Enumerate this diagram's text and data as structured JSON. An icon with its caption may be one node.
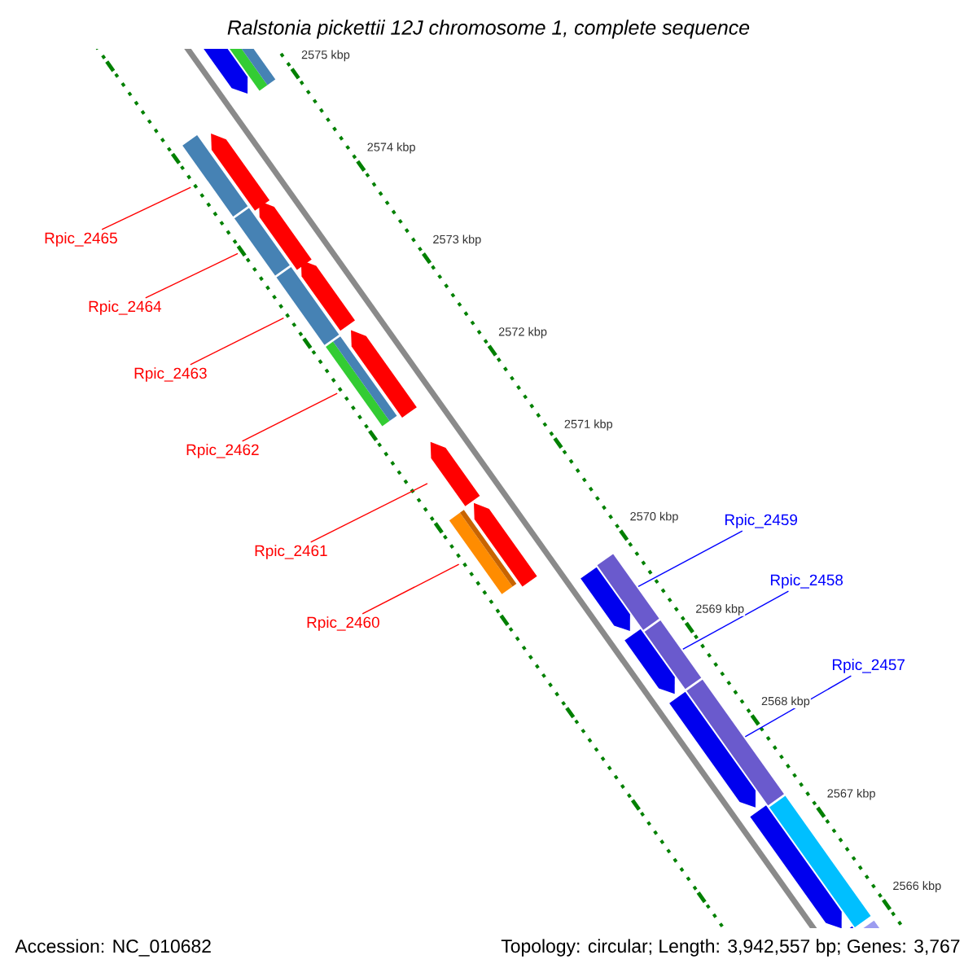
{
  "diagram": {
    "title": "Ralstonia pickettii 12J chromosome 1, complete sequence",
    "nodes": [
      {
        "text": [
          "Rpic_2465"
        ]
      },
      {
        "text": [
          "Rpic_2464"
        ]
      },
      {
        "text": [
          "Rpic_2463"
        ]
      },
      {
        "text": [
          "Rpic_2462"
        ]
      },
      {
        "text": [
          "Rpic_2461"
        ]
      },
      {
        "text": [
          "Rpic_2460"
        ]
      },
      {
        "text": [
          "Rpic_2459"
        ]
      },
      {
        "text": [
          "Rpic_2458"
        ]
      },
      {
        "text": [
          "Rpic_2457"
        ]
      },
      {
        "text": [],
        "shape": "arrow"
      },
      {
        "text": [],
        "shape": "bar"
      },
      {
        "text": [],
        "shape": "bar"
      },
      {
        "text": [],
        "shape": "arrow"
      },
      {
        "text": [],
        "shape": "bar"
      },
      {
        "text": [],
        "shape": "arrow"
      },
      {
        "text": [],
        "shape": "bar"
      },
      {
        "text": [],
        "shape": "arrow"
      },
      {
        "text": [],
        "shape": "bar"
      },
      {
        "text": [],
        "shape": "arrow"
      },
      {
        "text": [],
        "shape": "arrow"
      },
      {
        "text": [],
        "shape": "bar"
      },
      {
        "text": [],
        "shape": "arrow"
      },
      {
        "text": [],
        "shape": "arrow"
      },
      {
        "text": [],
        "shape": "bar"
      },
      {
        "text": [],
        "shape": "arrow"
      },
      {
        "text": [],
        "shape": "bar"
      },
      {
        "text": [],
        "shape": "arrow"
      },
      {
        "text": [],
        "shape": "bar"
      },
      {
        "text": [],
        "shape": "arrow"
      },
      {
        "text": [],
        "shape": "bar"
      },
      {
        "text": [],
        "shape": "arrow"
      },
      {
        "text": [],
        "shape": "bar"
      }
    ],
    "edges": [
      {
        "from": 0,
        "to": 11,
        "arrow": "none"
      },
      {
        "from": 1,
        "to": 13,
        "arrow": "none"
      },
      {
        "from": 2,
        "to": 15,
        "arrow": "none"
      },
      {
        "from": 3,
        "to": 17,
        "arrow": "none"
      },
      {
        "from": 4,
        "to": 19,
        "arrow": "none"
      },
      {
        "from": 5,
        "to": 20,
        "arrow": "none"
      },
      {
        "from": 6,
        "to": 23,
        "arrow": "none",
        "color": "#0000ff"
      },
      {
        "from": 7,
        "to": 25,
        "arrow": "none",
        "color": "#0000ff"
      },
      {
        "from": 8,
        "to": 27,
        "arrow": "none",
        "color": "#0000ff"
      }
    ],
    "labels": [
      "2575 kbp",
      "2574 kbp",
      "2573 kbp",
      "2572 kbp",
      "2571 kbp",
      "2570 kbp",
      "2569 kbp",
      "2568 kbp",
      "2567 kbp",
      "2566 kbp",
      "Accession: NC_010682",
      "Topology: circular; Length: 3,942,557 bp; Genes: 3,767"
    ]
  }
}
